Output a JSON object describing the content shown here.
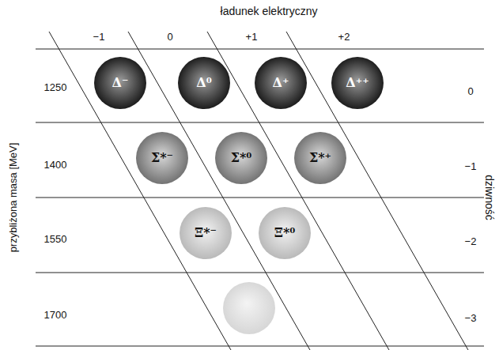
{
  "diagram": {
    "nodes": [
      {
        "text": [
          "Δ⁻"
        ]
      },
      {
        "text": [
          "Δ⁰"
        ]
      },
      {
        "text": [
          "Δ⁺"
        ]
      },
      {
        "text": [
          "Δ⁺⁺"
        ]
      },
      {
        "text": [
          "Σ*⁻"
        ]
      },
      {
        "text": [
          "Σ*⁰"
        ]
      },
      {
        "text": [
          "Σ*⁺"
        ]
      },
      {
        "text": [
          "Ξ*⁻"
        ]
      },
      {
        "text": [
          "Ξ*⁰"
        ]
      }
    ],
    "labels": [
      "ładunek elektryczny",
      "−1",
      "0",
      "+1",
      "+2",
      "1250",
      "1400",
      "1550",
      "1700",
      "przybliżona masa [MeV]",
      "0",
      "−1",
      "−2",
      "−3",
      "dziwność"
    ]
  }
}
